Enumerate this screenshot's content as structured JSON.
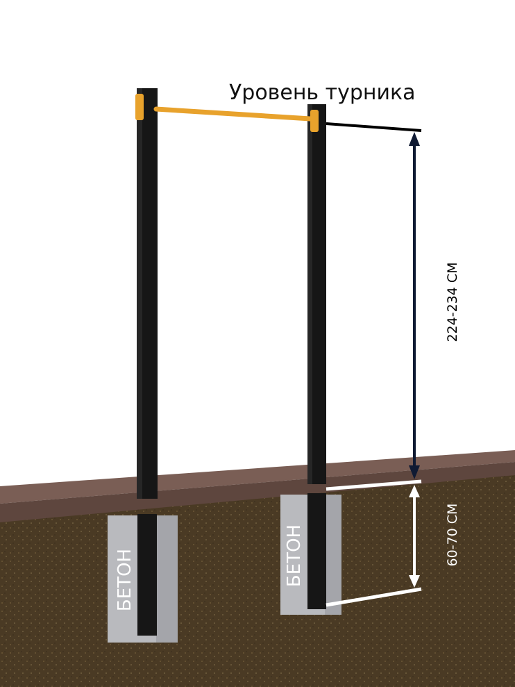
{
  "title": "Уровень турника",
  "height_label": "224-234 СМ",
  "depth_label": "60-70 СМ",
  "concrete_label_left": "БЕТОН",
  "concrete_label_right": "БЕТОН",
  "colors": {
    "bar": "#e8a22c",
    "post": "#161616",
    "slab": "#6b5249",
    "soil": "#4a3a24",
    "concrete": "#b8b9bd",
    "arrow_height": "#0f1a33",
    "arrow_depth": "#ffffff"
  }
}
